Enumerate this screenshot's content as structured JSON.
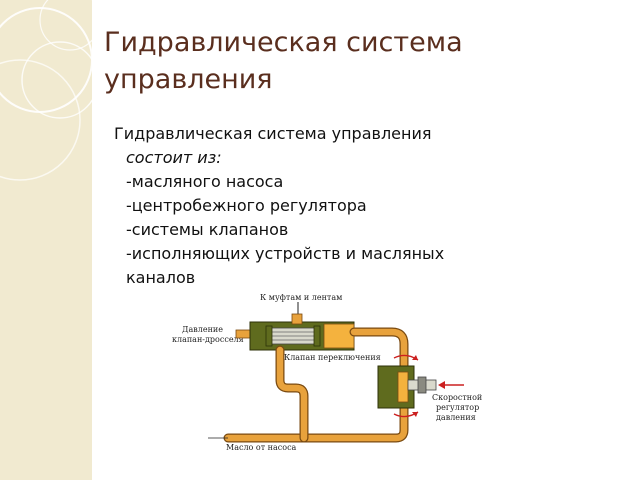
{
  "slide": {
    "title": "Гидравлическая система управления",
    "body": {
      "intro": "Гидравлическая система управления",
      "consists": "состоит из:",
      "items": [
        "-масляного насоса",
        "-центробежного регулятора",
        "-системы клапанов",
        "-исполняющих устройств и масляных",
        "каналов"
      ]
    },
    "diagram": {
      "label_top": "К муфтам и лентам",
      "label_left_1": "Давление",
      "label_left_2": "клапан-дросселя",
      "label_valve": "Клапан переключения",
      "label_right_1": "Скоростной",
      "label_right_2": "регулятор",
      "label_right_3": "давления",
      "label_bottom": "Масло от насоса"
    },
    "colors": {
      "title": "#5a2e1e",
      "band": "#f1ead0",
      "pipe": "#e8a23c",
      "valve_body": "#5f6b1e",
      "valve_core": "#f4b23e",
      "arrow_red": "#cc2020"
    }
  }
}
